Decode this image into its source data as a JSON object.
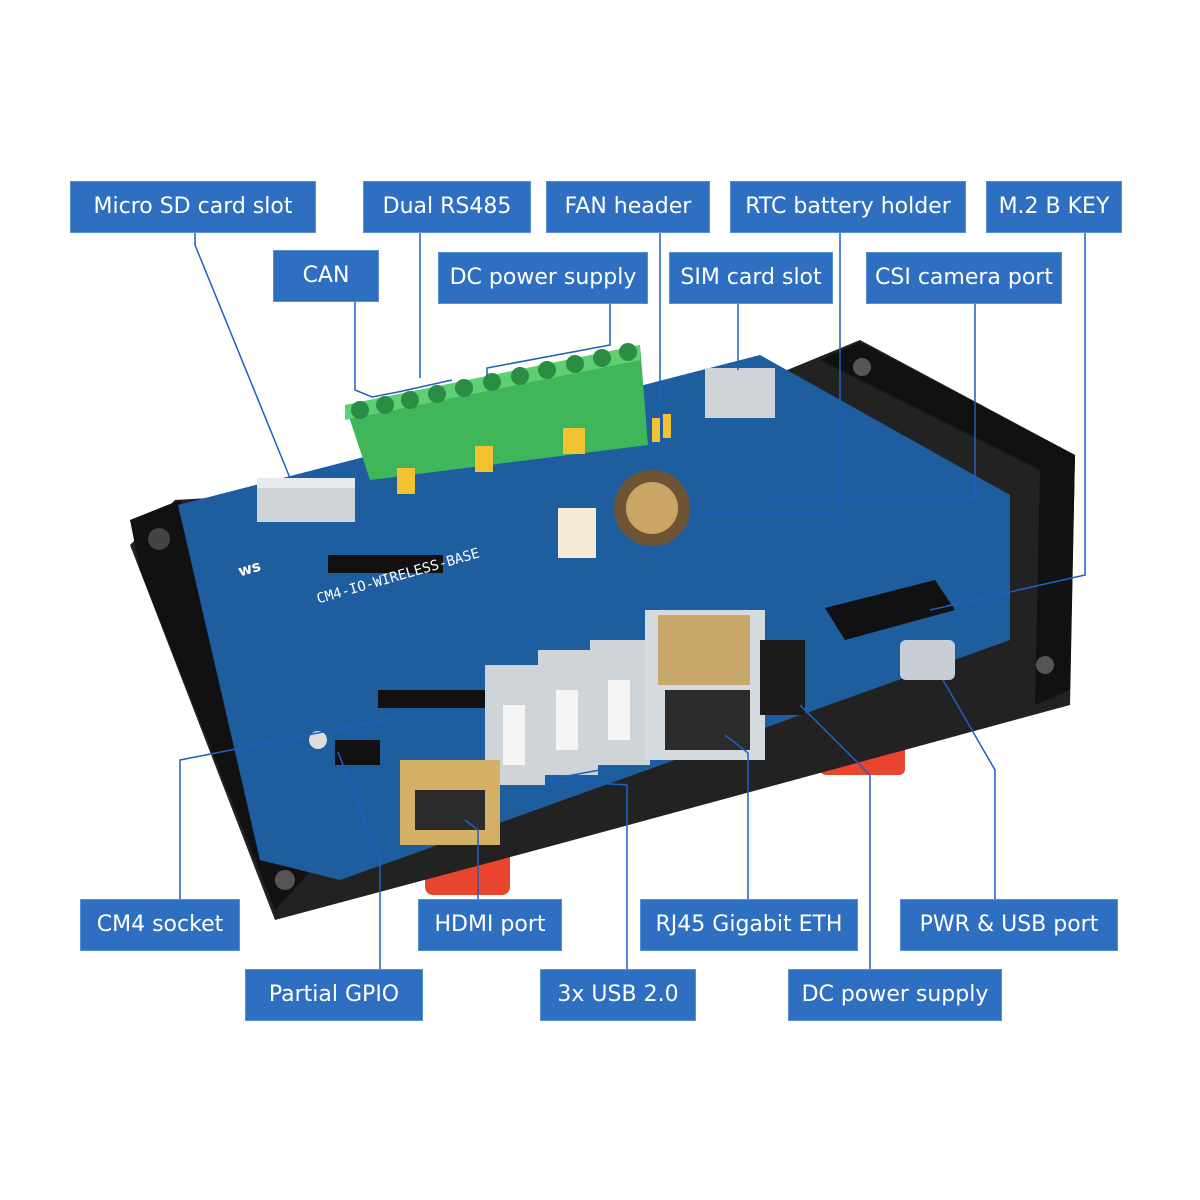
{
  "board": {
    "silkscreen_title": "CM4-IO-WIRELESS-BASE",
    "logo_text": "ws"
  },
  "callouts": [
    {
      "key": "micro_sd",
      "label": "Micro SD card slot"
    },
    {
      "key": "dual_rs485",
      "label": "Dual RS485"
    },
    {
      "key": "fan_header",
      "label": "FAN header"
    },
    {
      "key": "rtc_battery",
      "label": "RTC battery holder"
    },
    {
      "key": "m2_b_key",
      "label": "M.2 B KEY"
    },
    {
      "key": "can",
      "label": "CAN"
    },
    {
      "key": "dc_power_top",
      "label": "DC power supply"
    },
    {
      "key": "sim_slot",
      "label": "SIM card slot"
    },
    {
      "key": "csi_camera",
      "label": "CSI camera port"
    },
    {
      "key": "cm4_socket",
      "label": "CM4 socket"
    },
    {
      "key": "hdmi_port",
      "label": "HDMI port"
    },
    {
      "key": "rj45",
      "label": "RJ45 Gigabit ETH"
    },
    {
      "key": "pwr_usb",
      "label": "PWR & USB port"
    },
    {
      "key": "partial_gpio",
      "label": "Partial GPIO"
    },
    {
      "key": "usb2",
      "label": "3x USB 2.0"
    },
    {
      "key": "dc_power_bottom",
      "label": "DC power supply"
    }
  ],
  "colors": {
    "callout_fill": "#2f6fc2",
    "leader_line": "#1f5fbf",
    "pcb": "#1e5d9e",
    "terminal_block": "#3fb65a",
    "enclosure": "#1a1a1a",
    "din_clip": "#e8442e"
  }
}
